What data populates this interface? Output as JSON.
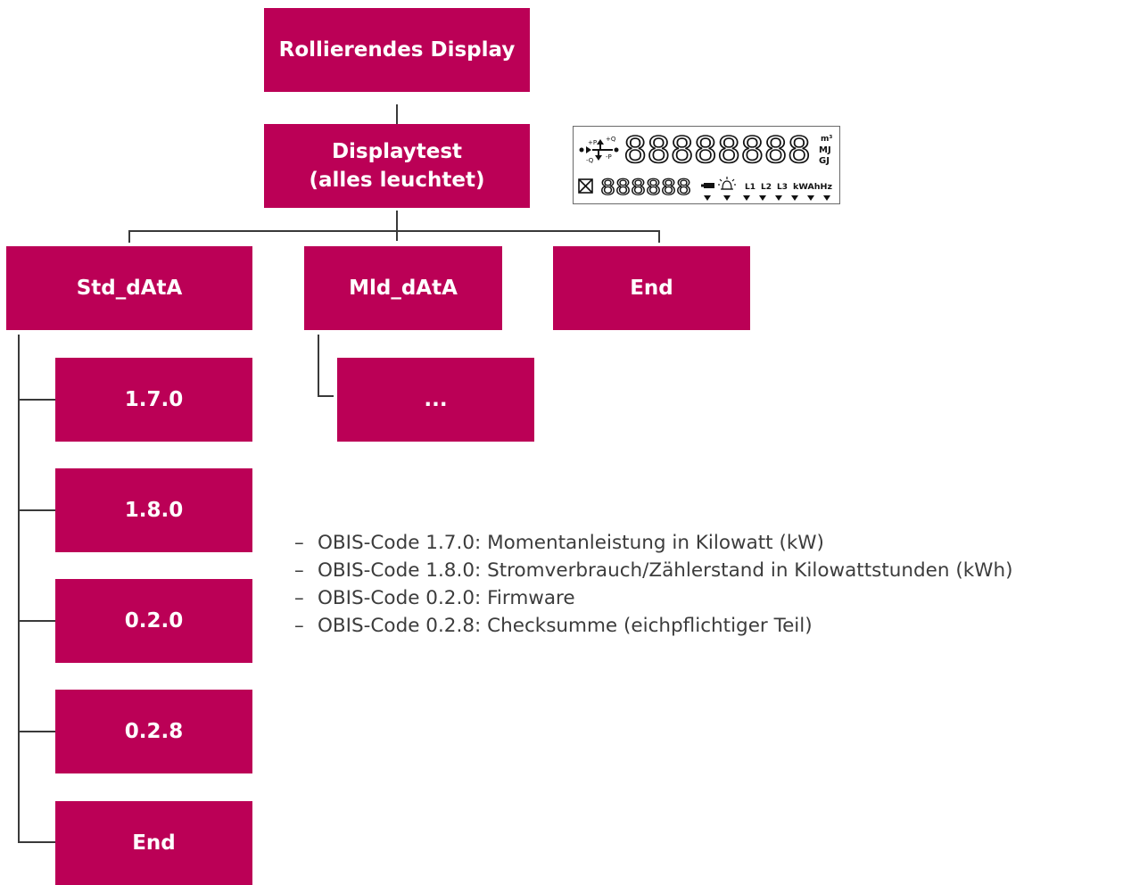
{
  "nodes": {
    "root": "Rollierendes Display",
    "displaytest_line1": "Displaytest",
    "displaytest_line2": "(alles leuchtet)",
    "std": "Std_dAtA",
    "mld": "Mld_dAtA",
    "end_top": "End",
    "mld_child": "...",
    "std_children": [
      "1.7.0",
      "1.8.0",
      "0.2.0",
      "0.2.8",
      "End"
    ]
  },
  "lcd": {
    "main_digits": "88888888",
    "sub_digits": "888888",
    "units_top": "m³",
    "units_mid": "MJ",
    "units_bot": "GJ",
    "phase_l1": "L1",
    "phase_l2": "L2",
    "phase_l3": "L3",
    "unit_kwh": "kWAhHz"
  },
  "notes": [
    "OBIS-Code 1.7.0: Momentanleistung in Kilowatt (kW)",
    "OBIS-Code 1.8.0: Stromverbrauch/Zählerstand in Kilowattstunden (kWh)",
    "OBIS-Code 0.2.0: Firmware",
    "OBIS-Code 0.2.8: Checksumme (eichpflichtiger Teil)"
  ],
  "colors": {
    "box": "#bb0056",
    "line": "#3a3a3a",
    "text": "#3c3c3c"
  }
}
